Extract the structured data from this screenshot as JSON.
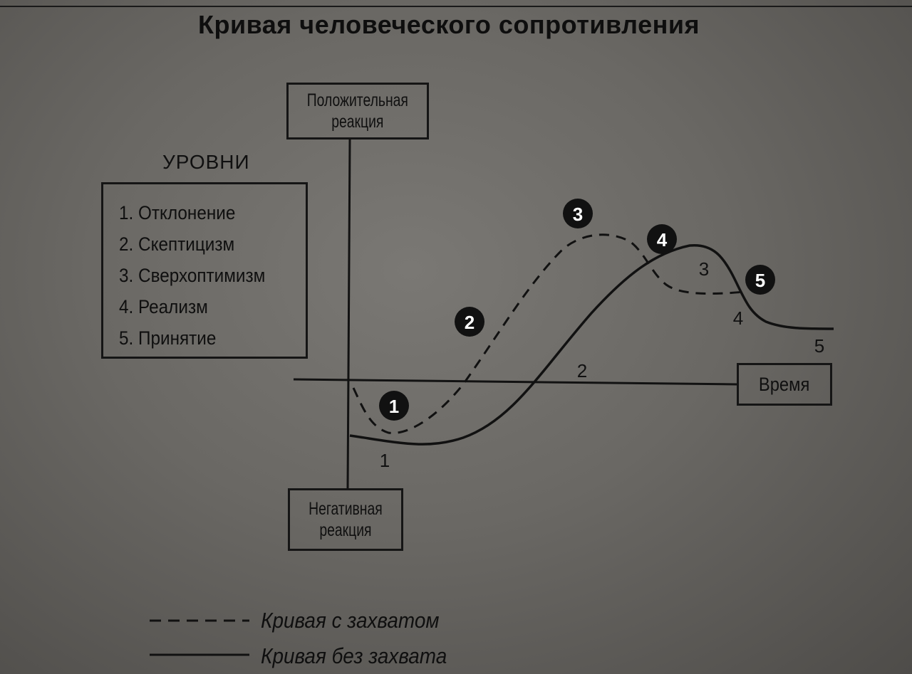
{
  "title": "Кривая человеческого сопротивления",
  "levels": {
    "heading": "УРОВНИ",
    "items": [
      "1. Отклонение",
      "2. Скептицизм",
      "3. Сверхоптимизм",
      "4. Реализм",
      "5. Принятие"
    ]
  },
  "axes": {
    "positive": [
      "Положительная",
      "реакция"
    ],
    "negative": [
      "Негативная",
      "реакция"
    ],
    "time": "Время"
  },
  "dashed_markers": [
    "1",
    "2",
    "3",
    "4",
    "5"
  ],
  "solid_markers": [
    "1",
    "2",
    "3",
    "4",
    "5"
  ],
  "legend": {
    "dashed": "Кривая с захватом",
    "solid": "Кривая без захвата"
  },
  "colors": {
    "ink": "#111111",
    "paper": "#6e6c68",
    "marker_fill": "#111111",
    "marker_text": "#ffffff"
  }
}
